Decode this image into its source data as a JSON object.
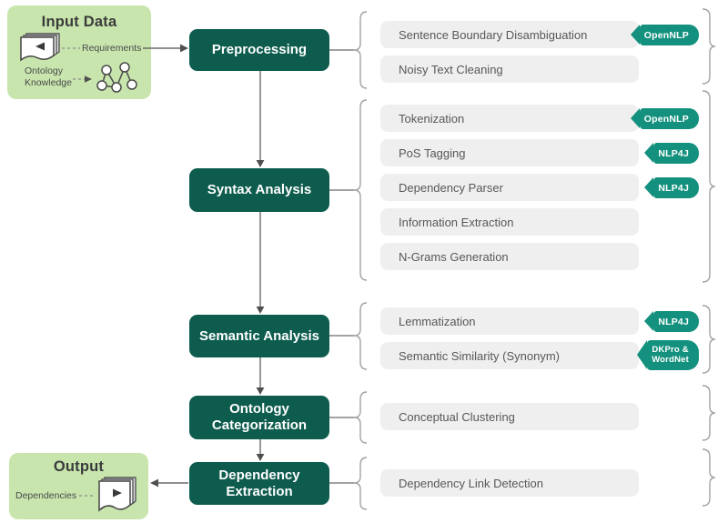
{
  "input_panel": {
    "title": "Input Data",
    "requirements_label": "Requirements",
    "ontology_label": "Ontology Knowledge"
  },
  "output_panel": {
    "title": "Output",
    "dependencies_label": "Dependencies"
  },
  "colors": {
    "stage_bg": "#0d5c4e",
    "badge_bg": "#14917e",
    "panel_bg": "#c8e5ad",
    "task_bg": "#efefef"
  },
  "stages": [
    {
      "label": "Preprocessing"
    },
    {
      "label": "Syntax Analysis"
    },
    {
      "label": "Semantic Analysis"
    },
    {
      "label": "Ontology Categorization"
    },
    {
      "label": "Dependency Extraction"
    }
  ],
  "sections": [
    {
      "tasks": [
        {
          "label": "Sentence Boundary Disambiguation",
          "tool": "OpenNLP"
        },
        {
          "label": "Noisy Text Cleaning"
        }
      ]
    },
    {
      "tasks": [
        {
          "label": "Tokenization",
          "tool": "OpenNLP"
        },
        {
          "label": "PoS Tagging",
          "tool": "NLP4J"
        },
        {
          "label": "Dependency Parser",
          "tool": "NLP4J"
        },
        {
          "label": "Information Extraction"
        },
        {
          "label": "N-Grams Generation"
        }
      ]
    },
    {
      "tasks": [
        {
          "label": "Lemmatization",
          "tool": "NLP4J"
        },
        {
          "label": "Semantic Similarity (Synonym)",
          "tool_lines": [
            "DKPro &",
            "WordNet"
          ]
        }
      ]
    },
    {
      "tasks": [
        {
          "label": "Conceptual Clustering"
        }
      ]
    },
    {
      "tasks": [
        {
          "label": "Dependency Link Detection"
        }
      ]
    }
  ]
}
